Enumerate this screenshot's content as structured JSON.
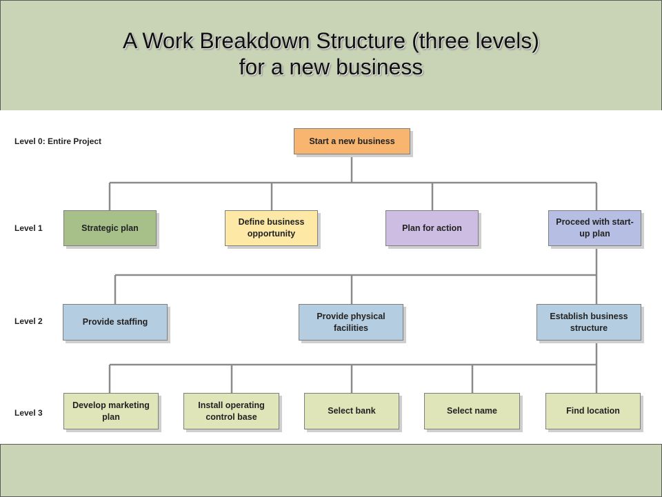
{
  "title": {
    "line1": "A Work Breakdown Structure (three levels)",
    "line2": "for a new business"
  },
  "levels": [
    {
      "label": "Level 0: Entire Project"
    },
    {
      "label": "Level 1"
    },
    {
      "label": "Level 2"
    },
    {
      "label": "Level 3"
    }
  ],
  "nodes": {
    "root": "Start a new business",
    "level1": [
      "Strategic plan",
      "Define business opportunity",
      "Plan for action",
      "Proceed with start-up plan"
    ],
    "level2": [
      "Provide staffing",
      "Provide physical facilities",
      "Establish business structure"
    ],
    "level3": [
      "Develop marketing plan",
      "Install operating control base",
      "Select bank",
      "Select name",
      "Find location"
    ]
  },
  "colors": {
    "header_background": "#c9d3b6",
    "root_box": "#f8b56f",
    "strategic_plan_box": "#a7c08a",
    "define_business_box": "#fde8a6",
    "plan_for_action_box": "#cdbde2",
    "proceed_box": "#b6bfe3",
    "level2_boxes": "#b5cde0",
    "level3_boxes": "#dfe5b9",
    "connector_lines": "#8a8a8a"
  }
}
